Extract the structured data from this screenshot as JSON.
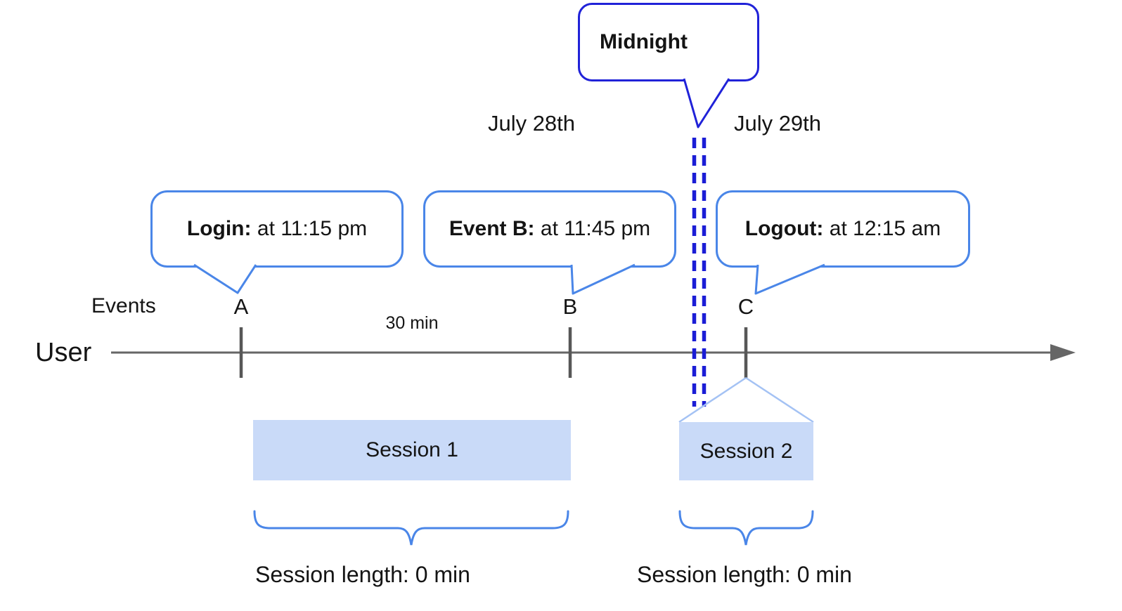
{
  "midnight_callout": {
    "label": "Midnight"
  },
  "dates": {
    "left": "July 28th",
    "right": "July 29th"
  },
  "event_callouts": [
    {
      "title": "Login:",
      "detail": "at 11:15 pm"
    },
    {
      "title": "Event B:",
      "detail": "at 11:45 pm"
    },
    {
      "title": "Logout:",
      "detail": "at 12:15 am"
    }
  ],
  "timeline": {
    "row_label": "User",
    "events_label": "Events",
    "markers": [
      "A",
      "B",
      "C"
    ],
    "interval_label": "30 min"
  },
  "sessions": [
    {
      "label": "Session 1",
      "length_label": "Session length: 0 min"
    },
    {
      "label": "Session 2",
      "length_label": "Session length: 0 min"
    }
  ],
  "colors": {
    "callout_border": "#4a86e8",
    "midnight_blue": "#2022d8",
    "session_fill": "#c9daf8",
    "connector_light_blue": "#a4c2f4",
    "axis_gray": "#636363"
  }
}
